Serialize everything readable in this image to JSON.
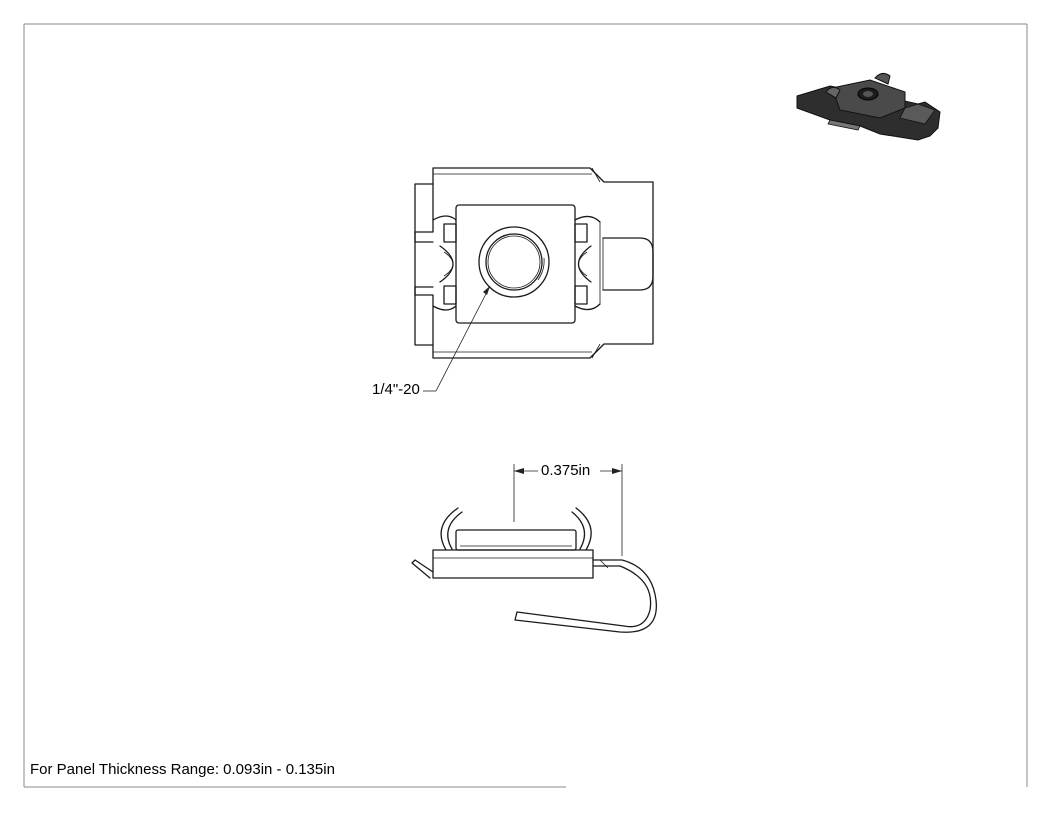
{
  "drawing": {
    "thread_callout": "1/4\"-20",
    "width_dimension": "0.375in",
    "panel_note": "For Panel Thickness Range: 0.093in - 0.135in"
  },
  "colors": {
    "line": "#1a1a1a",
    "sheet_border": "#888888",
    "iso_dark": "#3a3a3a"
  }
}
